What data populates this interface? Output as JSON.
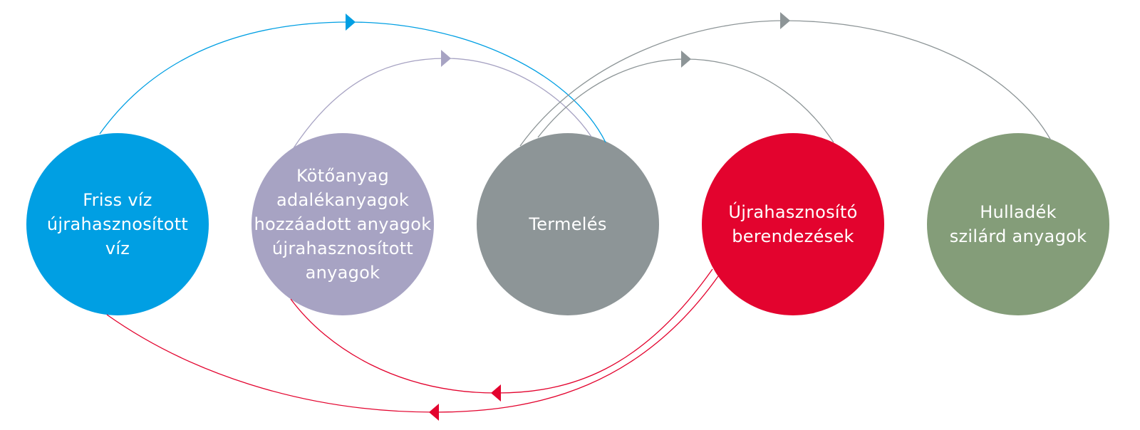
{
  "nodes": [
    {
      "id": "fresh-water",
      "lines": [
        "Friss víz",
        "újrahasznosított",
        "víz"
      ],
      "color": "#009fe3"
    },
    {
      "id": "binder",
      "lines": [
        "Kötőanyag",
        "adalékanyagok",
        "hozzáadott anyagok",
        "újrahasznosított",
        "anyagok"
      ],
      "color": "#a7a3c3"
    },
    {
      "id": "production",
      "lines": [
        "Termelés"
      ],
      "color": "#8d9597"
    },
    {
      "id": "recycling",
      "lines": [
        "Újrahasznosító",
        "berendezések"
      ],
      "color": "#e3032e"
    },
    {
      "id": "waste",
      "lines": [
        "Hulladék",
        "szilárd anyagok"
      ],
      "color": "#849d79"
    }
  ],
  "colors": {
    "blue": "#009fe3",
    "purple": "#a7a3c3",
    "gray": "#8d9597",
    "red": "#e3032e"
  }
}
